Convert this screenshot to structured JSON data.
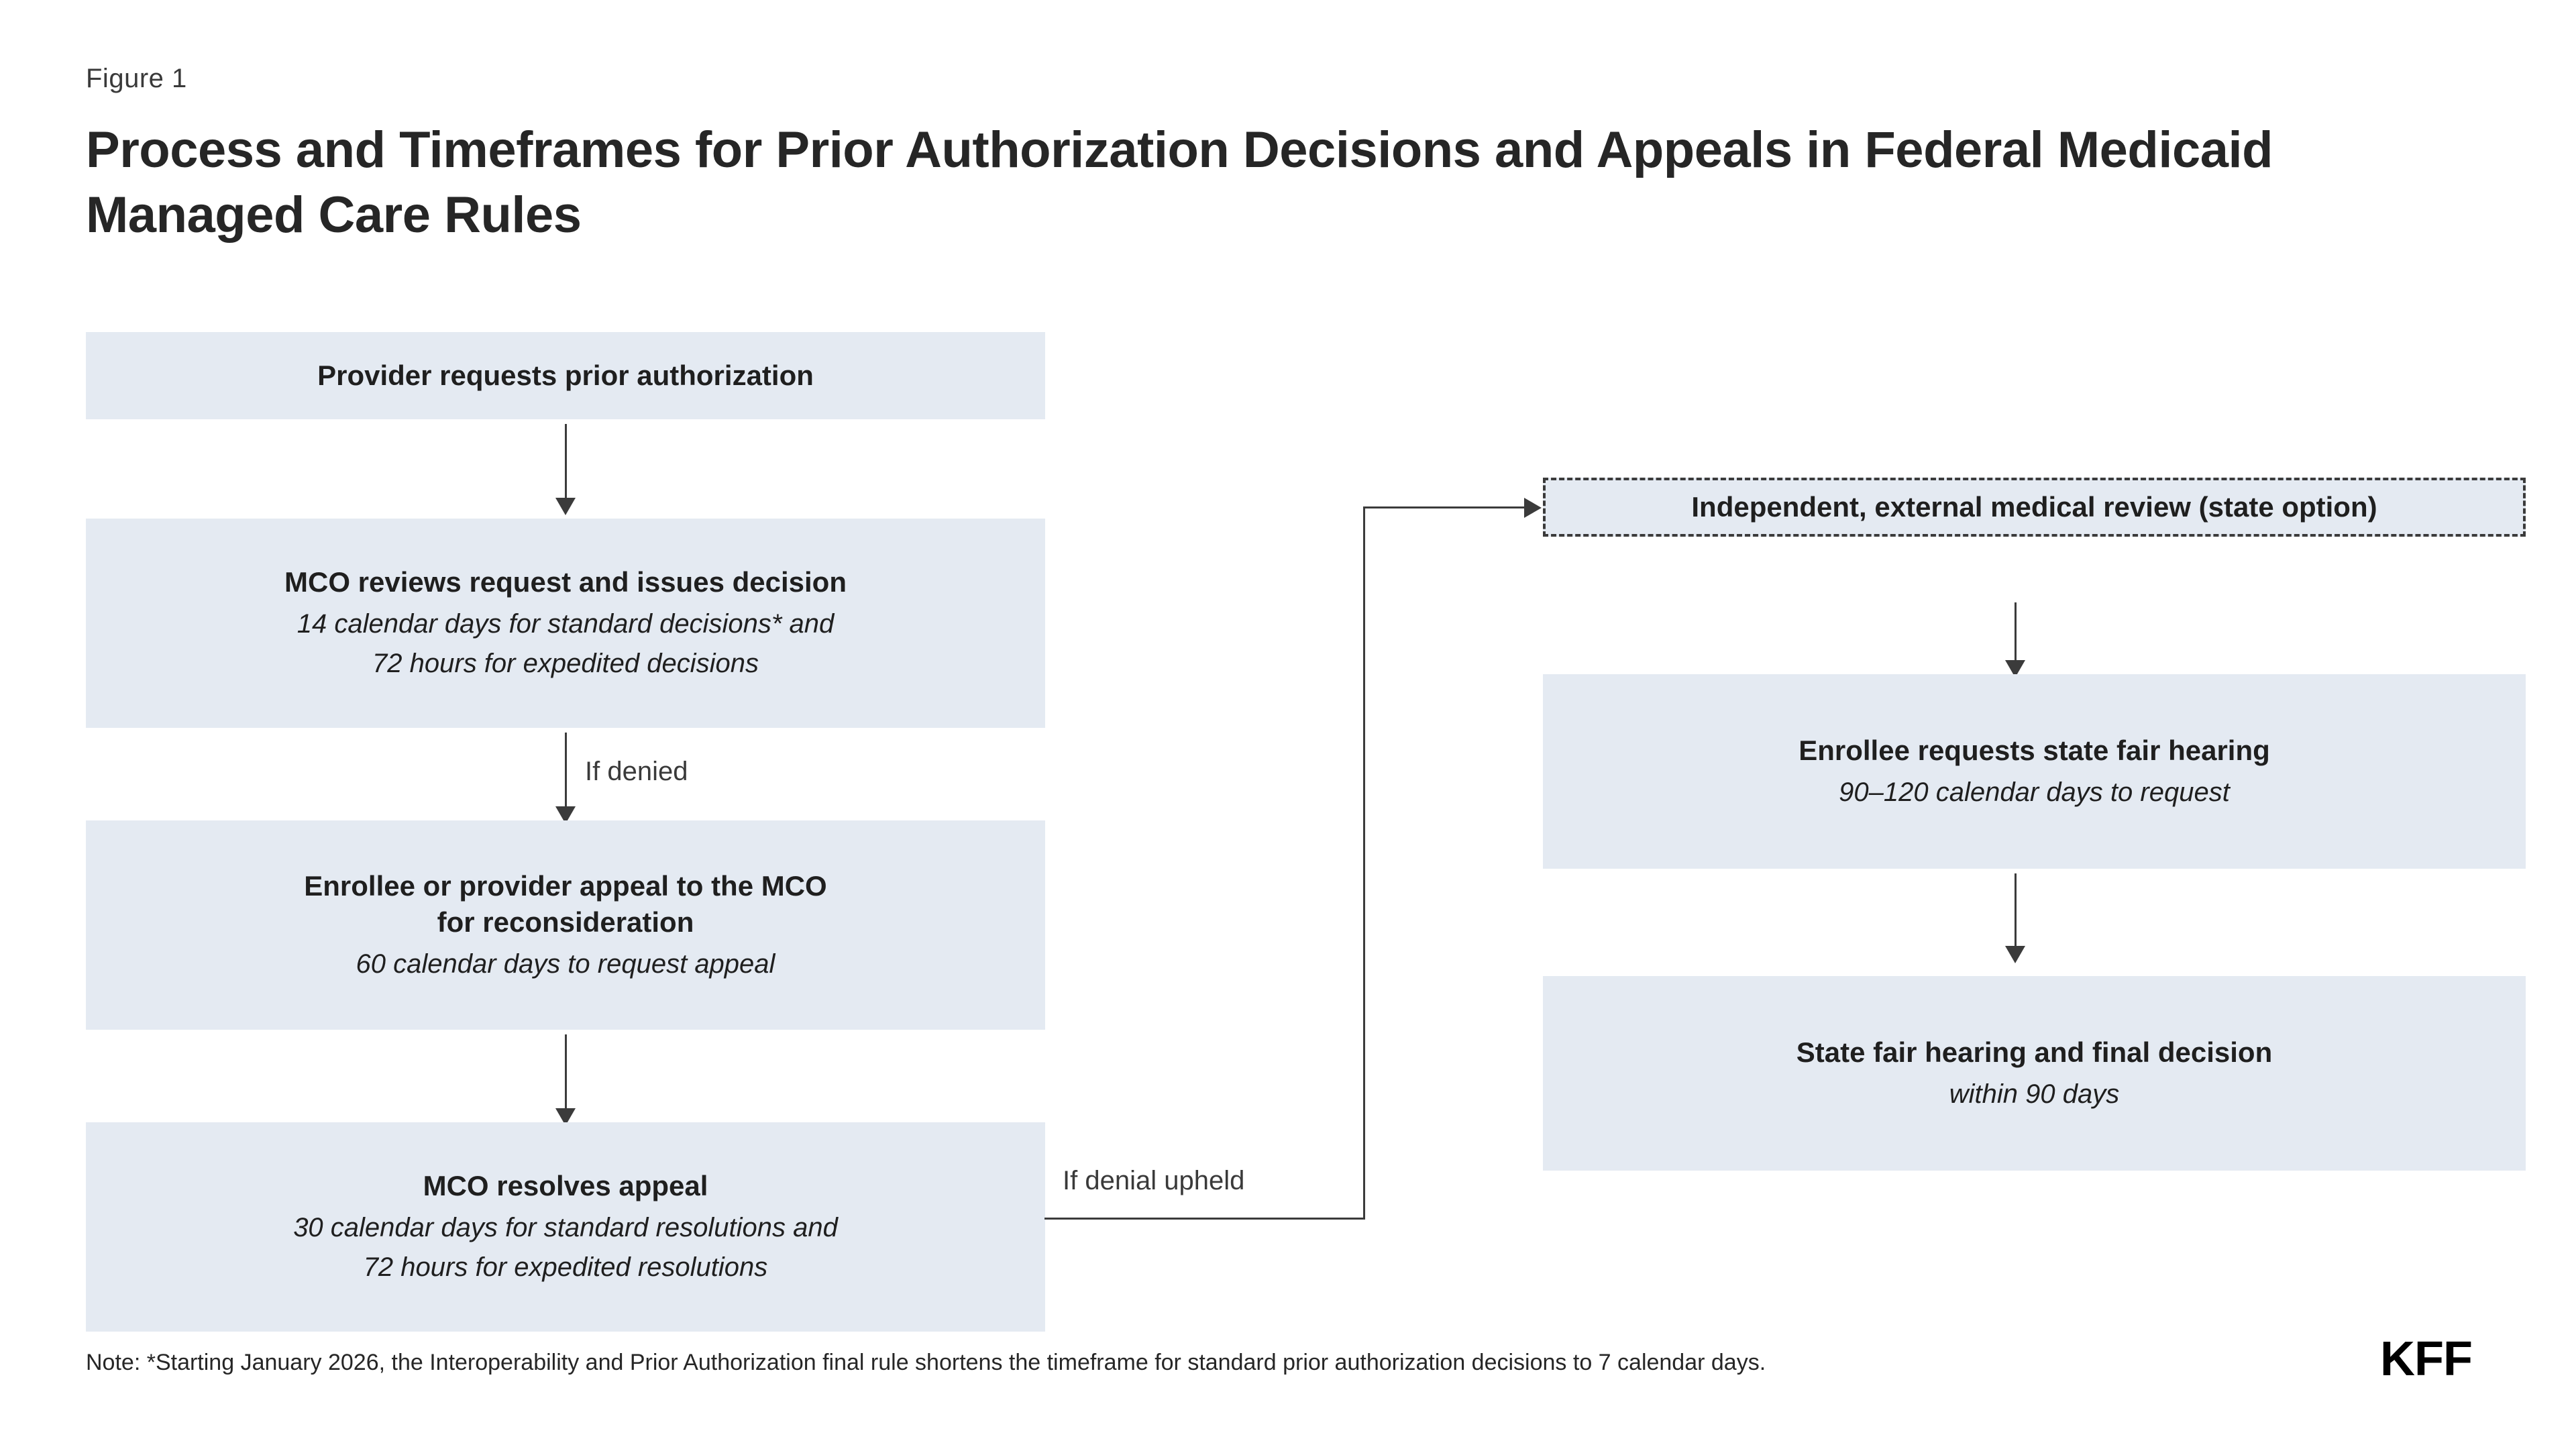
{
  "figure": {
    "label": "Figure  1",
    "title": "Process and Timeframes for Prior Authorization Decisions and Appeals in Federal Medicaid Managed Care Rules",
    "note": "Note: *Starting January 2026, the Interoperability and Prior Authorization final rule shortens the timeframe for standard prior authorization decisions to 7 calendar days.",
    "logo": "KFF"
  },
  "colors": {
    "node_fill": "#e4eaf2",
    "line": "#3b3b3b",
    "text": "#1f1f1f",
    "title": "#262626"
  },
  "flow": {
    "left_column": [
      {
        "id": "provider-request",
        "heading": "Provider requests prior authorization",
        "sub1": "",
        "sub2": ""
      },
      {
        "id": "mco-reviews",
        "heading": "MCO reviews request and issues decision",
        "sub1": "14 calendar days for standard decisions* and",
        "sub2": "72 hours for expedited decisions"
      },
      {
        "id": "appeal-to-mco",
        "heading_line1": "Enrollee or provider appeal to the MCO",
        "heading_line2": "for reconsideration",
        "sub1": "60 calendar days to request appeal",
        "sub2": ""
      },
      {
        "id": "mco-resolves",
        "heading": "MCO resolves appeal",
        "sub1": "30 calendar days for standard resolutions and",
        "sub2": "72 hours for expedited resolutions"
      }
    ],
    "right_column": [
      {
        "id": "external-review",
        "heading": "Independent, external medical review (state option)",
        "style": "dashed",
        "sub1": "",
        "sub2": ""
      },
      {
        "id": "state-fair-hearing-request",
        "heading": "Enrollee requests state fair hearing",
        "sub1": "90–120 calendar days to request",
        "sub2": ""
      },
      {
        "id": "state-fair-hearing-decision",
        "heading": "State fair hearing and final decision",
        "sub1": "within 90 days",
        "sub2": ""
      }
    ],
    "edge_labels": {
      "if_denied": "If denied",
      "if_denial_upheld": "If denial upheld"
    }
  }
}
